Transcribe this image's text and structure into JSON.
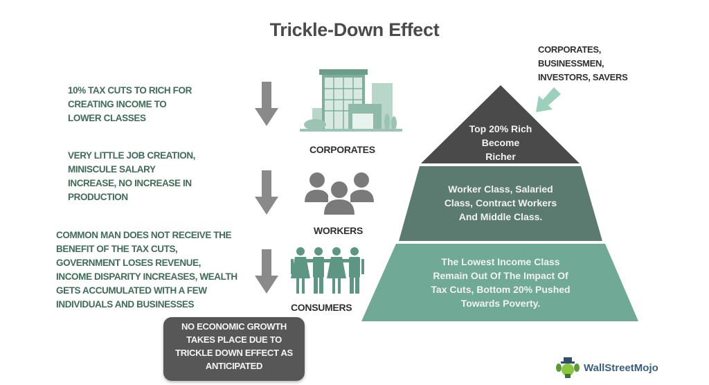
{
  "title": "Trickle-Down Effect",
  "steps": [
    {
      "text_lines": [
        "10% TAX CUTS TO RICH FOR",
        "CREATING INCOME TO",
        "LOWER CLASSES"
      ],
      "icon": "building-icon",
      "label": "CORPORATES"
    },
    {
      "text_lines": [
        "VERY LITTLE JOB CREATION,",
        "MINISCULE SALARY",
        "INCREASE, NO INCREASE IN",
        "PRODUCTION"
      ],
      "icon": "people-group-icon",
      "label": "WORKERS"
    },
    {
      "text_lines": [
        "COMMON MAN DOES NOT RECEIVE THE",
        "BENEFIT OF THE TAX CUTS,",
        "GOVERNMENT LOSES REVENUE,",
        "INCOME DISPARITY INCREASES, WEALTH",
        "GETS ACCUMULATED WITH A FEW",
        "INDIVIDUALS AND BUSINESSES"
      ],
      "icon": "consumers-icon",
      "label": "CONSUMERS"
    }
  ],
  "conclusion_lines": [
    "NO ECONOMIC GROWTH",
    "TAKES PLACE DUE TO",
    "TRICKLE DOWN EFFECT AS",
    "ANTICIPATED"
  ],
  "callout_lines": [
    "CORPORATES,",
    "BUSINESSMEN,",
    "INVESTORS, SAVERS"
  ],
  "pyramid": {
    "top_lines": [
      "Top 20% Rich",
      "Become",
      "Richer"
    ],
    "middle_lines": [
      "Worker Class, Salaried",
      "Class, Contract  Workers",
      "And Middle Class."
    ],
    "bottom_lines": [
      "The Lowest Income Class",
      "Remain Out Of The Impact Of",
      "Tax Cuts, Bottom 20% Pushed",
      "Towards Poverty."
    ]
  },
  "colors": {
    "top": "#4a4a4a",
    "middle": "#5b7b71",
    "bottom": "#70a996",
    "icon_green": "#5e9684",
    "icon_gray": "#7a7a7a",
    "arrow_gray": "#8a8a8a",
    "callout_arrow": "#9ccfbc"
  },
  "brand": {
    "name": "WallStreetMojo"
  }
}
